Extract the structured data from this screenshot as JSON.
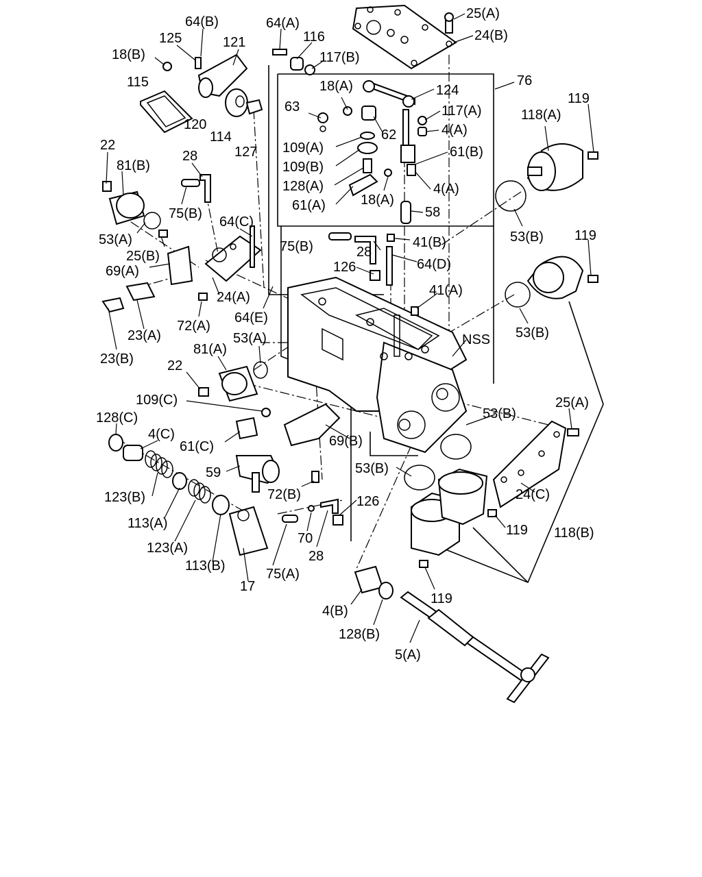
{
  "diagram": {
    "labels": [
      "64(B)",
      "64(A)",
      "125",
      "121",
      "116",
      "18(B)",
      "117(B)",
      "115",
      "120",
      "114",
      "127",
      "25(A)",
      "24(B)",
      "76",
      "18(A)",
      "124",
      "63",
      "117(A)",
      "62",
      "4(A)",
      "109(A)",
      "109(B)",
      "61(B)",
      "128(A)",
      "18(A)",
      "4(A)",
      "61(A)",
      "58",
      "118(A)",
      "119",
      "53(B)",
      "22",
      "81(B)",
      "28",
      "75(B)",
      "64(C)",
      "53(A)",
      "25(B)",
      "69(A)",
      "24(A)",
      "72(A)",
      "23(A)",
      "23(B)",
      "75(B)",
      "28",
      "41(B)",
      "126",
      "64(D)",
      "41(A)",
      "119",
      "53(B)",
      "64(E)",
      "53(A)",
      "NSS",
      "81(A)",
      "22",
      "109(C)",
      "128(C)",
      "4(C)",
      "61(C)",
      "59",
      "69(B)",
      "53(B)",
      "25(A)",
      "53(B)",
      "72(B)",
      "24(C)",
      "123(B)",
      "113(A)",
      "123(A)",
      "113(B)",
      "17",
      "126",
      "70",
      "28",
      "75(A)",
      "119",
      "118(B)",
      "119",
      "4(B)",
      "128(B)",
      "5(A)"
    ]
  }
}
